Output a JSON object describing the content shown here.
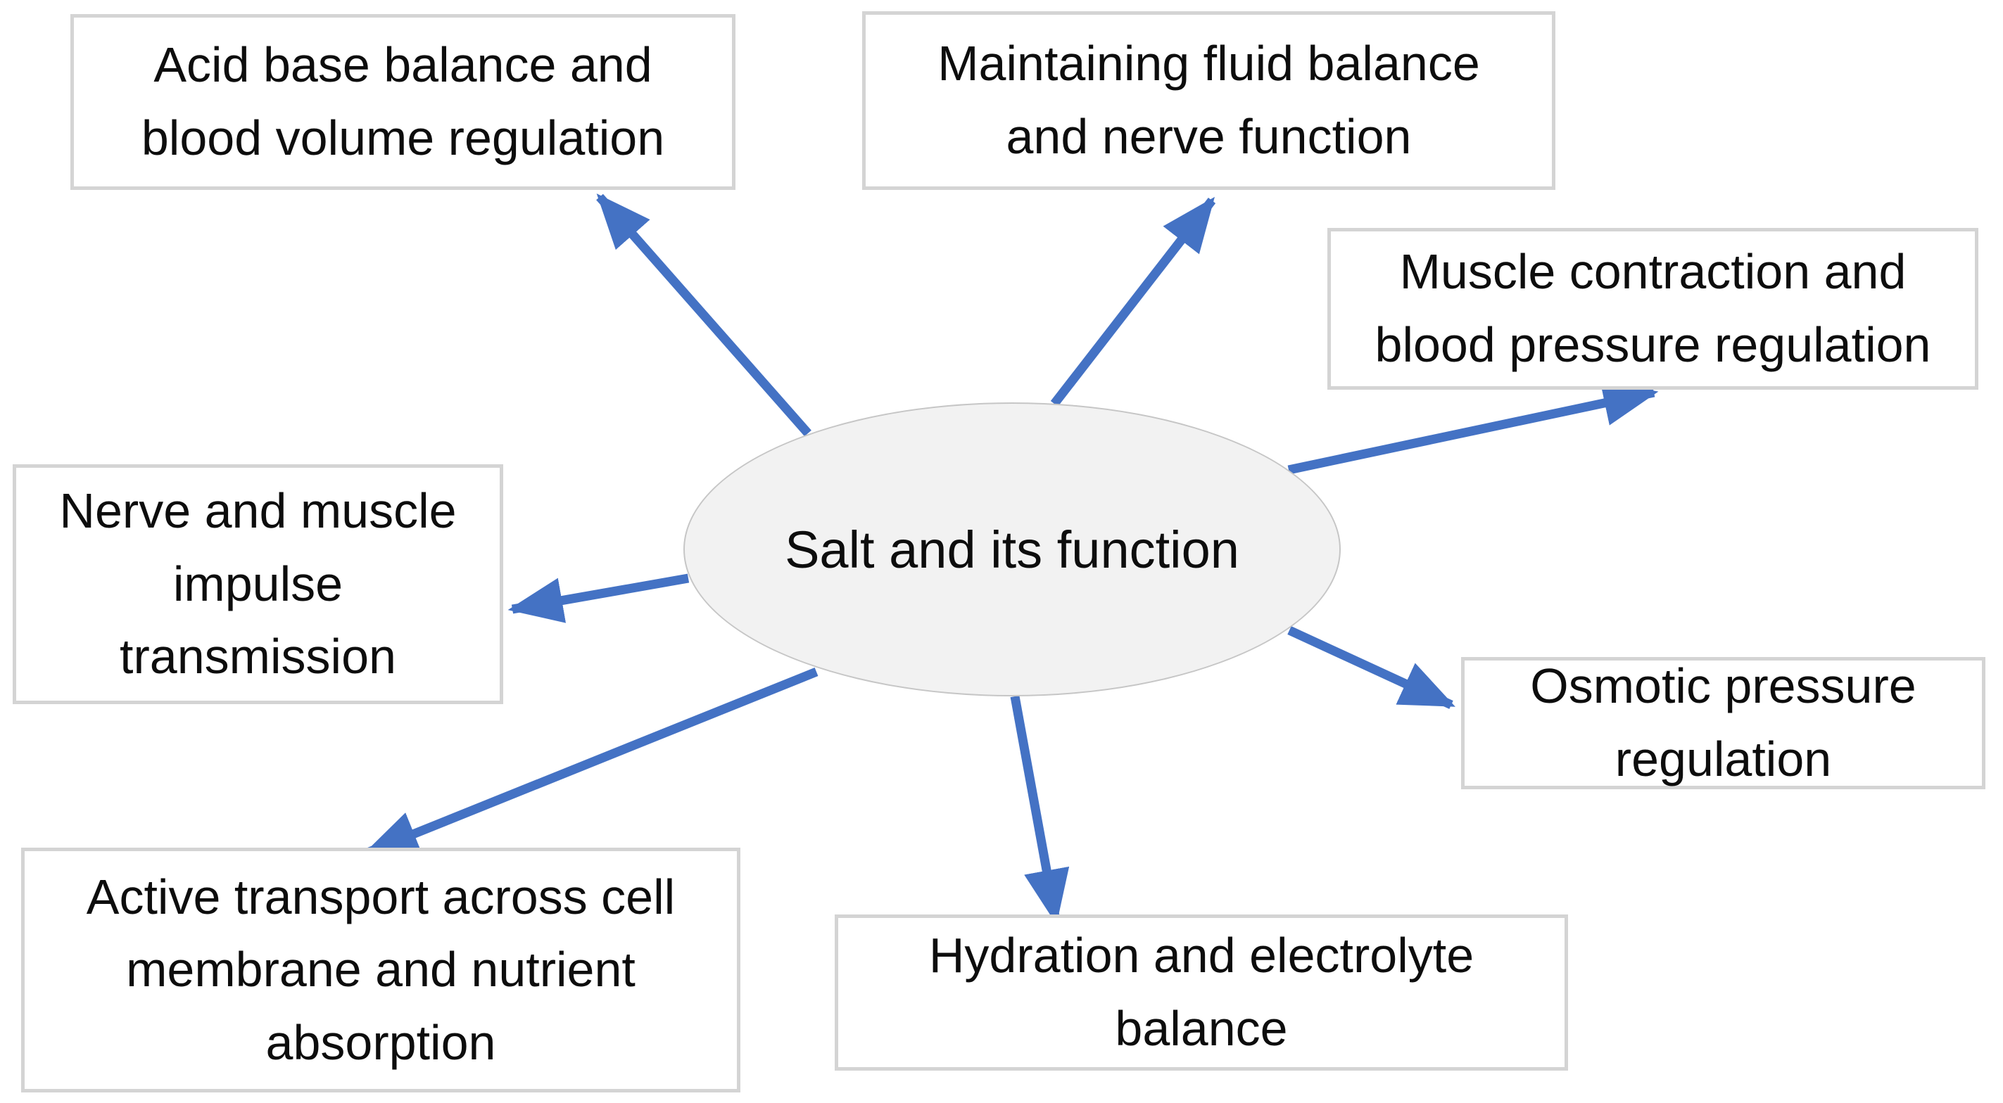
{
  "diagram": {
    "type": "mind-map",
    "center": {
      "id": "salt-function",
      "label": "Salt and its function"
    },
    "nodes": [
      {
        "id": "acid-base-balance",
        "label": "Acid base balance and\nblood volume regulation"
      },
      {
        "id": "fluid-nerve",
        "label": "Maintaining fluid balance\nand nerve function"
      },
      {
        "id": "muscle-contraction",
        "label": "Muscle contraction and\nblood pressure regulation"
      },
      {
        "id": "nerve-impulse",
        "label": "Nerve and muscle\nimpulse\ntransmission"
      },
      {
        "id": "osmotic-pressure",
        "label": "Osmotic pressure\nregulation"
      },
      {
        "id": "active-transport",
        "label": "Active transport across cell\nmembrane and nutrient\nabsorption"
      },
      {
        "id": "hydration",
        "label": "Hydration and electrolyte\nbalance"
      }
    ],
    "connections": [
      {
        "from": "salt-function",
        "to": "acid-base-balance"
      },
      {
        "from": "salt-function",
        "to": "fluid-nerve"
      },
      {
        "from": "salt-function",
        "to": "muscle-contraction"
      },
      {
        "from": "salt-function",
        "to": "nerve-impulse"
      },
      {
        "from": "salt-function",
        "to": "osmotic-pressure"
      },
      {
        "from": "salt-function",
        "to": "active-transport"
      },
      {
        "from": "salt-function",
        "to": "hydration"
      }
    ],
    "colors": {
      "arrow": "#4472C4",
      "node_fill": "#FFFFFF",
      "node_border": "#D4D4D4",
      "center_fill": "#F2F2F2",
      "center_border": "#C6C6C6",
      "text": "#0D0D0D",
      "background": "#FFFFFF"
    }
  }
}
